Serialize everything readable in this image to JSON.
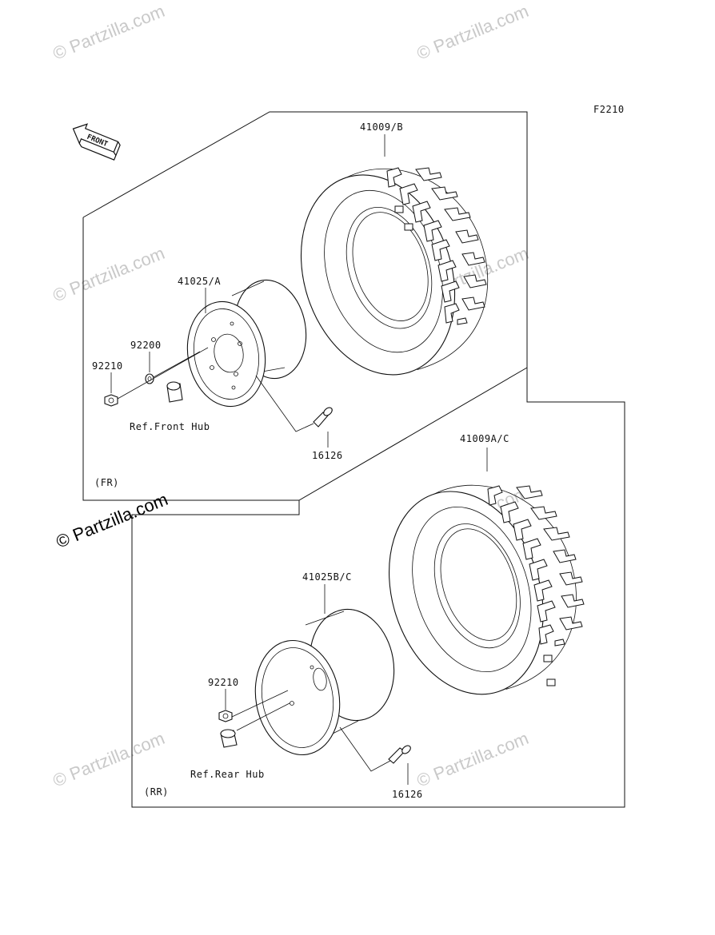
{
  "diagram_code": "F2210",
  "front_arrow_label": "FRONT",
  "watermark_text": "© Partzilla.com",
  "front_section": {
    "tag": "(FR)",
    "tire_part": "41009/B",
    "wheel_part": "41025/A",
    "washer_part": "92200",
    "nut_part": "92210",
    "hub_ref": "Ref.Front Hub",
    "valve_part": "16126"
  },
  "rear_section": {
    "tag": "(RR)",
    "tire_part": "41009A/C",
    "wheel_part": "41025B/C",
    "nut_part": "92210",
    "hub_ref": "Ref.Rear Hub",
    "valve_part": "16126"
  },
  "colors": {
    "line": "#111111",
    "watermark": "#c9c9c9"
  }
}
